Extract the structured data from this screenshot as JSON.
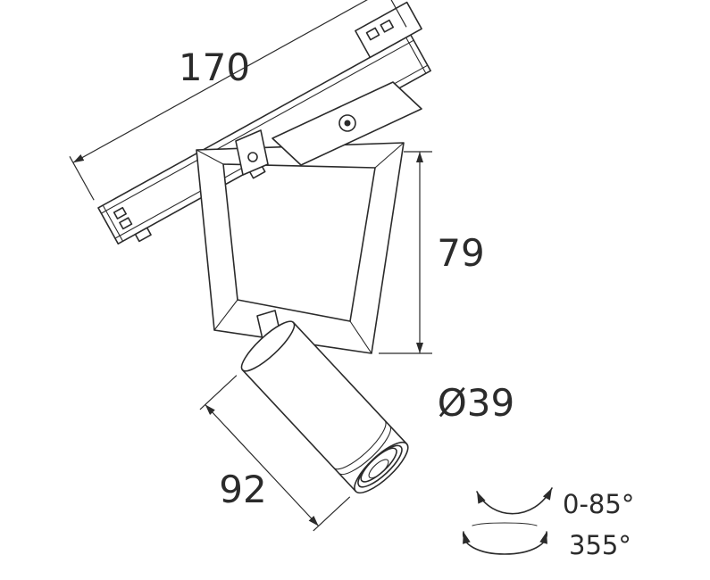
{
  "drawing": {
    "colors": {
      "ink": "#2b2b2b",
      "background": "#ffffff"
    },
    "dimensions": {
      "track_length": "170",
      "suspension_height": "79",
      "head_diameter": "Ø39",
      "head_length": "92"
    },
    "adjustability": {
      "tilt_range": "0-85°",
      "rotation_range": "355°"
    }
  }
}
